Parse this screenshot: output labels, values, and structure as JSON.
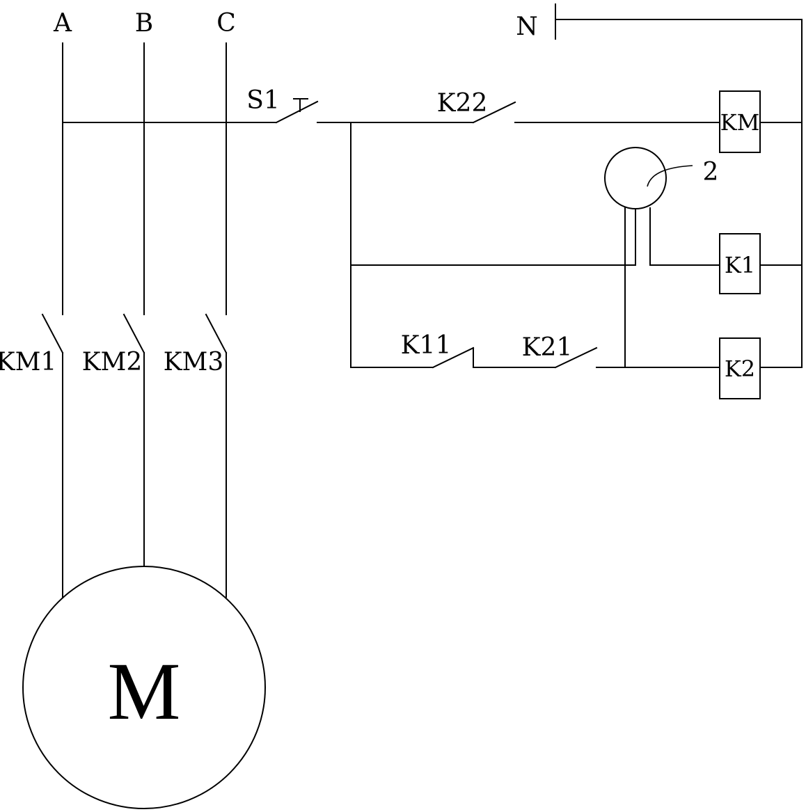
{
  "phases": {
    "a": "A",
    "b": "B",
    "c": "C"
  },
  "neutral": "N",
  "switch": "S1",
  "contacts": {
    "k22": "K22",
    "k11": "K11",
    "k21": "K21"
  },
  "main_contacts": {
    "km1": "KM1",
    "km2": "KM2",
    "km3": "KM3"
  },
  "coils": {
    "km": "KM",
    "k1": "K1",
    "k2": "K2"
  },
  "sensor_ref": "2",
  "motor": "M"
}
